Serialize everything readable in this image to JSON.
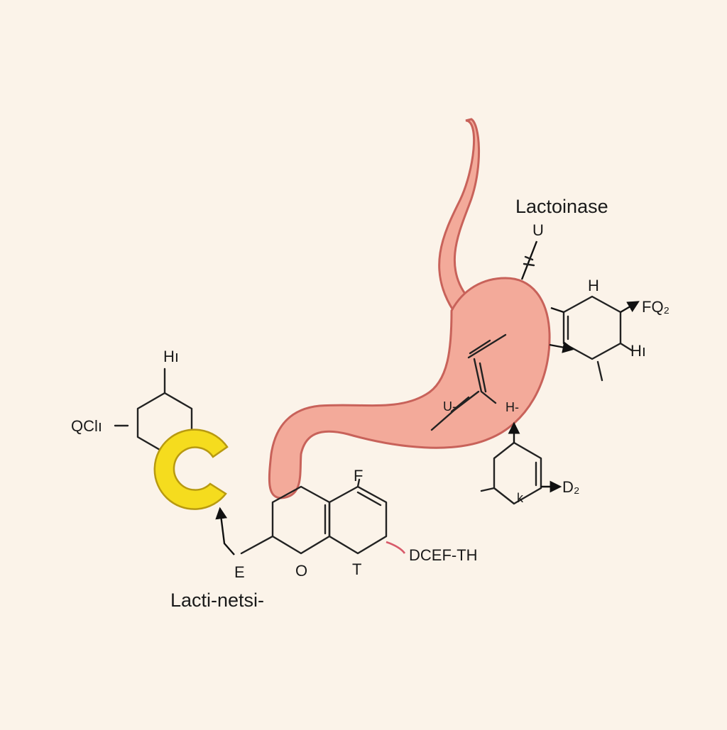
{
  "diagram": {
    "colors": {
      "background": "#fbf3e9",
      "stomach_fill": "#f3aa9a",
      "stomach_stroke": "#c8625a",
      "yellow_ring": "#f5dc1e",
      "yellow_ring_stroke": "#b89a10",
      "pink_connector": "#d85a6a"
    },
    "labels": {
      "enzyme_top": "Lactoinase",
      "u_top": "U",
      "h_right_top": "H",
      "fq2": "FQ₂",
      "h1_right": "Hı",
      "h1_left": "Hı",
      "qcl1": "QClı",
      "u_inner": "U-",
      "h_inner": "H-",
      "d2": "D₂",
      "k_inner": "k",
      "f_top": "F",
      "dcef": "DCEF-TH",
      "e_label": "E",
      "o_label": "O",
      "t_label": "T",
      "bottom_title": "Lacti-netsi-"
    }
  }
}
